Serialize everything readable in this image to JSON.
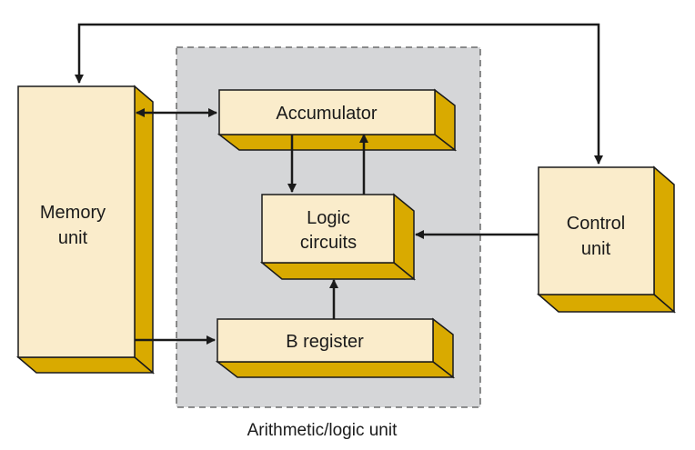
{
  "colors": {
    "box_face": "#faeccb",
    "box_side": "#d9aa00",
    "alu_fill": "#d5d6d8",
    "alu_border": "#555555",
    "line": "#1a1a1a"
  },
  "blocks": {
    "memory": {
      "line1": "Memory",
      "line2": "unit"
    },
    "accumulator": {
      "label": "Accumulator"
    },
    "logic": {
      "line1": "Logic",
      "line2": "circuits"
    },
    "b_register": {
      "label": "B register"
    },
    "control": {
      "line1": "Control",
      "line2": "unit"
    }
  },
  "alu_caption": "Arithmetic/logic unit"
}
